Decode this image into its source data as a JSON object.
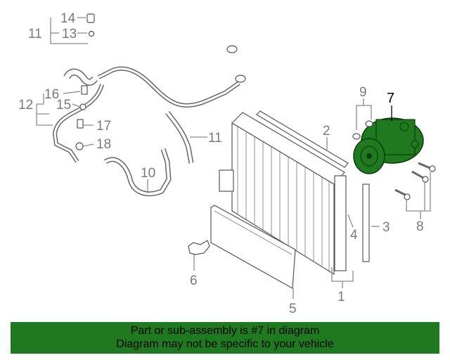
{
  "diagram": {
    "callouts": {
      "c1": "1",
      "c2": "2",
      "c3": "3",
      "c4": "4",
      "c5": "5",
      "c6": "6",
      "c7": "7",
      "c8": "8",
      "c9": "9",
      "c10": "10",
      "c11a": "11",
      "c11b": "11",
      "c12": "12",
      "c13": "13",
      "c14": "14",
      "c15": "15",
      "c16": "16",
      "c17": "17",
      "c18": "18"
    },
    "highlight_color": "#1f7a1f"
  },
  "banner": {
    "line1": "Part or sub-assembly is #7 in diagram",
    "line2": "Diagram may not be specific to your vehicle"
  }
}
